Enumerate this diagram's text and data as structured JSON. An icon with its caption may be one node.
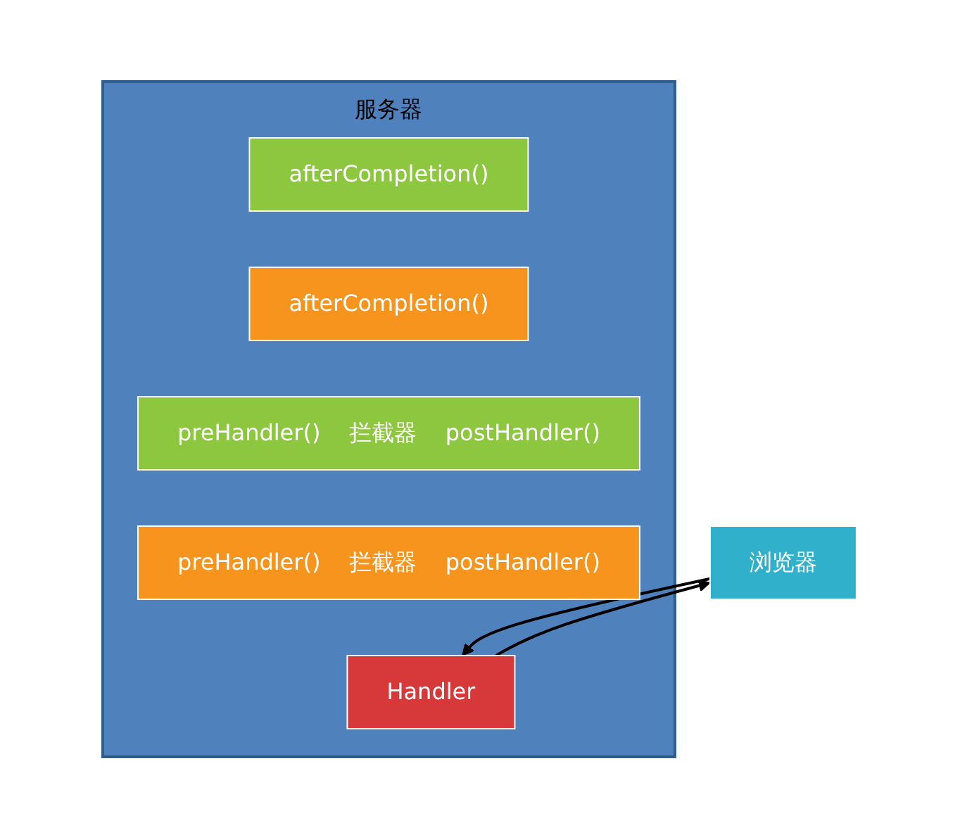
{
  "diagram": {
    "nodes": [
      {
        "text": [
          "浏览器"
        ]
      },
      {
        "text": [
          "服务器"
        ]
      },
      {
        "text": [
          "afterCompletion()"
        ],
        "in": 1
      },
      {
        "text": [
          "afterCompletion()"
        ],
        "in": 1
      },
      {
        "text": [
          "preHandler()",
          "拦截器",
          "postHandler()"
        ],
        "in": 1
      },
      {
        "text": [
          "preHandler()",
          "拦截器",
          "postHandler()"
        ],
        "in": 1
      },
      {
        "text": [
          "Handler"
        ],
        "in": 1
      }
    ],
    "edges": [
      {
        "from": 0,
        "to": 6,
        "arrow": "to"
      },
      {
        "from": 6,
        "to": 0,
        "arrow": "to"
      }
    ]
  }
}
